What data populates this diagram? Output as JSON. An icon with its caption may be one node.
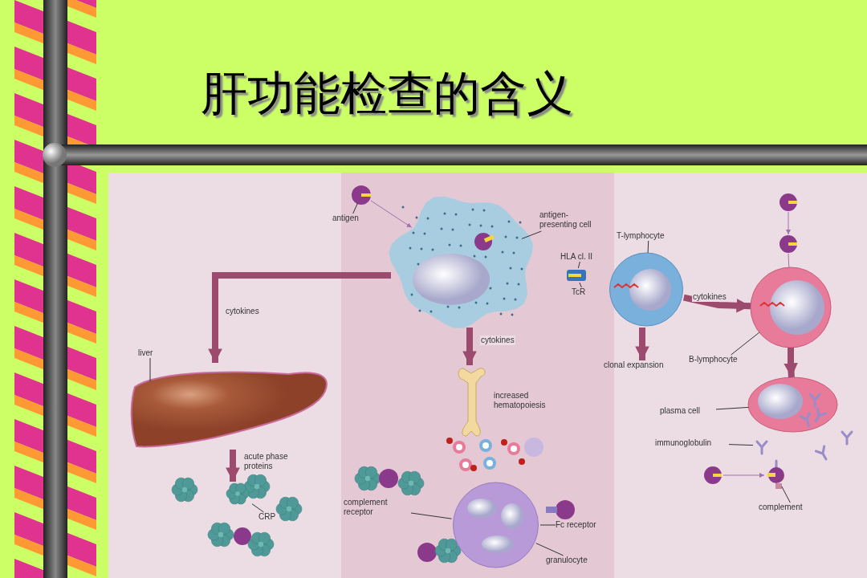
{
  "diagram": {
    "title": "肝功能检查的含义",
    "nodes": [
      {
        "text": [],
        "shape": "circle"
      },
      {
        "text": [
          "antigen"
        ]
      },
      {
        "text": [],
        "shape": "picture"
      },
      {
        "text": [
          "antigen-presenting cell"
        ]
      },
      {
        "text": [
          "HLA cl. II"
        ]
      },
      {
        "text": [
          "TcR"
        ]
      },
      {
        "text": [],
        "shape": "box"
      },
      {
        "text": [],
        "shape": "picture"
      },
      {
        "text": [
          "T-lymphocyte"
        ]
      },
      {
        "text": [
          "clonal expansion"
        ]
      },
      {
        "text": [],
        "shape": "picture"
      },
      {
        "text": [
          "B-lymphocyte"
        ]
      },
      {
        "text": [],
        "shape": "circle"
      },
      {
        "text": [],
        "shape": "circle"
      },
      {
        "text": [],
        "shape": "picture"
      },
      {
        "text": [
          "plasma cell"
        ]
      },
      {
        "text": [
          "immunoglobulin"
        ]
      },
      {
        "text": [],
        "shape": "picture"
      },
      {
        "text": [],
        "shape": "circle"
      },
      {
        "text": [],
        "shape": "picture"
      },
      {
        "text": [
          "complement"
        ]
      },
      {
        "text": [],
        "shape": "picture"
      },
      {
        "text": [
          "liver"
        ]
      },
      {
        "text": [],
        "shape": "picture"
      },
      {
        "text": [
          "CRP"
        ]
      },
      {
        "text": [],
        "shape": "picture",
        "beside": [
          "increased hematopoiesis"
        ]
      },
      {
        "text": [],
        "shape": "picture"
      },
      {
        "text": [],
        "shape": "picture"
      },
      {
        "text": [
          "granulocyte"
        ]
      },
      {
        "text": [
          "complement receptor"
        ]
      },
      {
        "text": [
          "Fc receptor"
        ]
      }
    ],
    "edges": [
      {
        "from": 0,
        "to": 2,
        "arrow": "to",
        "color": "#a070b0"
      },
      {
        "from": 1,
        "to": 0,
        "arrow": "none"
      },
      {
        "from": 3,
        "to": 2,
        "arrow": "none"
      },
      {
        "from": 4,
        "to": 6,
        "arrow": "none"
      },
      {
        "from": 5,
        "to": 6,
        "arrow": "none"
      },
      {
        "from": 8,
        "to": 7,
        "arrow": "none"
      },
      {
        "from": 7,
        "to": 9,
        "arrow": "to",
        "style": "thick",
        "color": "#9c4a6e"
      },
      {
        "from": 7,
        "to": 10,
        "arrow": "to",
        "label": "cytokines",
        "style": "thick",
        "color": "#9c4a6e"
      },
      {
        "from": 11,
        "to": 10,
        "arrow": "none"
      },
      {
        "from": 12,
        "to": 13,
        "arrow": "to",
        "color": "#a070b0"
      },
      {
        "from": 13,
        "to": 10,
        "arrow": "none",
        "color": "#a070b0"
      },
      {
        "from": 10,
        "to": 14,
        "arrow": "to",
        "style": "thick",
        "color": "#9c4a6e"
      },
      {
        "from": 15,
        "to": 14,
        "arrow": "none"
      },
      {
        "from": 16,
        "to": 17,
        "arrow": "none"
      },
      {
        "from": 18,
        "to": 19,
        "arrow": "to",
        "color": "#a070b0"
      },
      {
        "from": 20,
        "to": 19,
        "arrow": "none"
      },
      {
        "from": 2,
        "to": 21,
        "arrow": "to",
        "label": "cytokines",
        "style": "thick",
        "color": "#9c4a6e"
      },
      {
        "from": 22,
        "to": 21,
        "arrow": "none"
      },
      {
        "from": 21,
        "to": 23,
        "arrow": "to",
        "label": "acute phase proteins",
        "style": "thick",
        "color": "#9c4a6e"
      },
      {
        "from": 24,
        "to": 23,
        "arrow": "none"
      },
      {
        "from": 2,
        "to": 25,
        "arrow": "to",
        "label": "cytokines",
        "style": "thick",
        "color": "#9c4a6e"
      },
      {
        "from": 28,
        "to": 27,
        "arrow": "none"
      },
      {
        "from": 29,
        "to": 27,
        "arrow": "none"
      },
      {
        "from": 30,
        "to": 27,
        "arrow": "none"
      }
    ]
  }
}
